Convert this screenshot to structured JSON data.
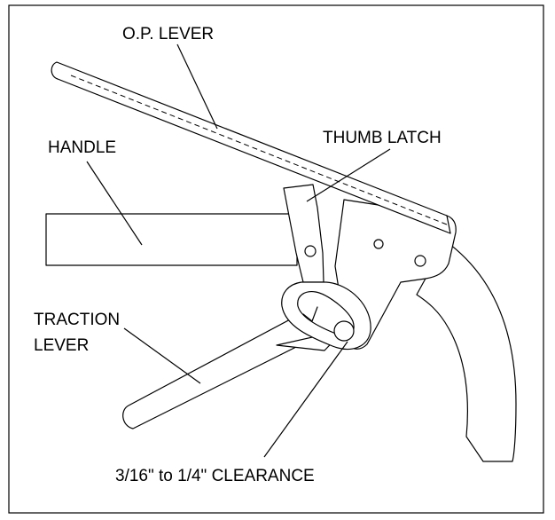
{
  "labels": {
    "op_lever": "O.P. LEVER",
    "thumb_latch": "THUMB LATCH",
    "handle": "HANDLE",
    "traction_lever_line1": "TRACTION",
    "traction_lever_line2": "LEVER",
    "clearance": "3/16\" to 1/4\" CLEARANCE"
  },
  "colors": {
    "ink": "#000000",
    "paper": "#ffffff"
  }
}
